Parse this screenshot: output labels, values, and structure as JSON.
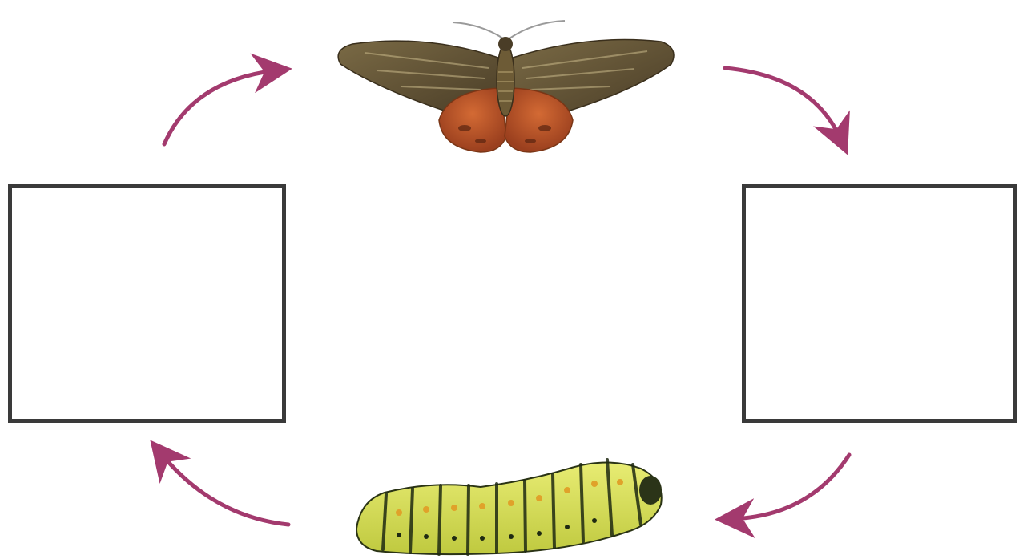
{
  "diagram": {
    "type": "life-cycle",
    "stages": [
      {
        "id": "adult",
        "icon": "moth-icon",
        "label": ""
      },
      {
        "id": "blank-right",
        "icon": "",
        "label": ""
      },
      {
        "id": "larva",
        "icon": "caterpillar-icon",
        "label": ""
      },
      {
        "id": "blank-left",
        "icon": "",
        "label": ""
      }
    ],
    "flow": "clockwise",
    "colors": {
      "arrow": "#a33a6e",
      "box_border": "#3a3a3a",
      "moth_wing": "#6b5a3a",
      "moth_body": "#c0582a",
      "caterpillar_body": "#d9e25a",
      "caterpillar_spots": "#1f2a12"
    }
  }
}
